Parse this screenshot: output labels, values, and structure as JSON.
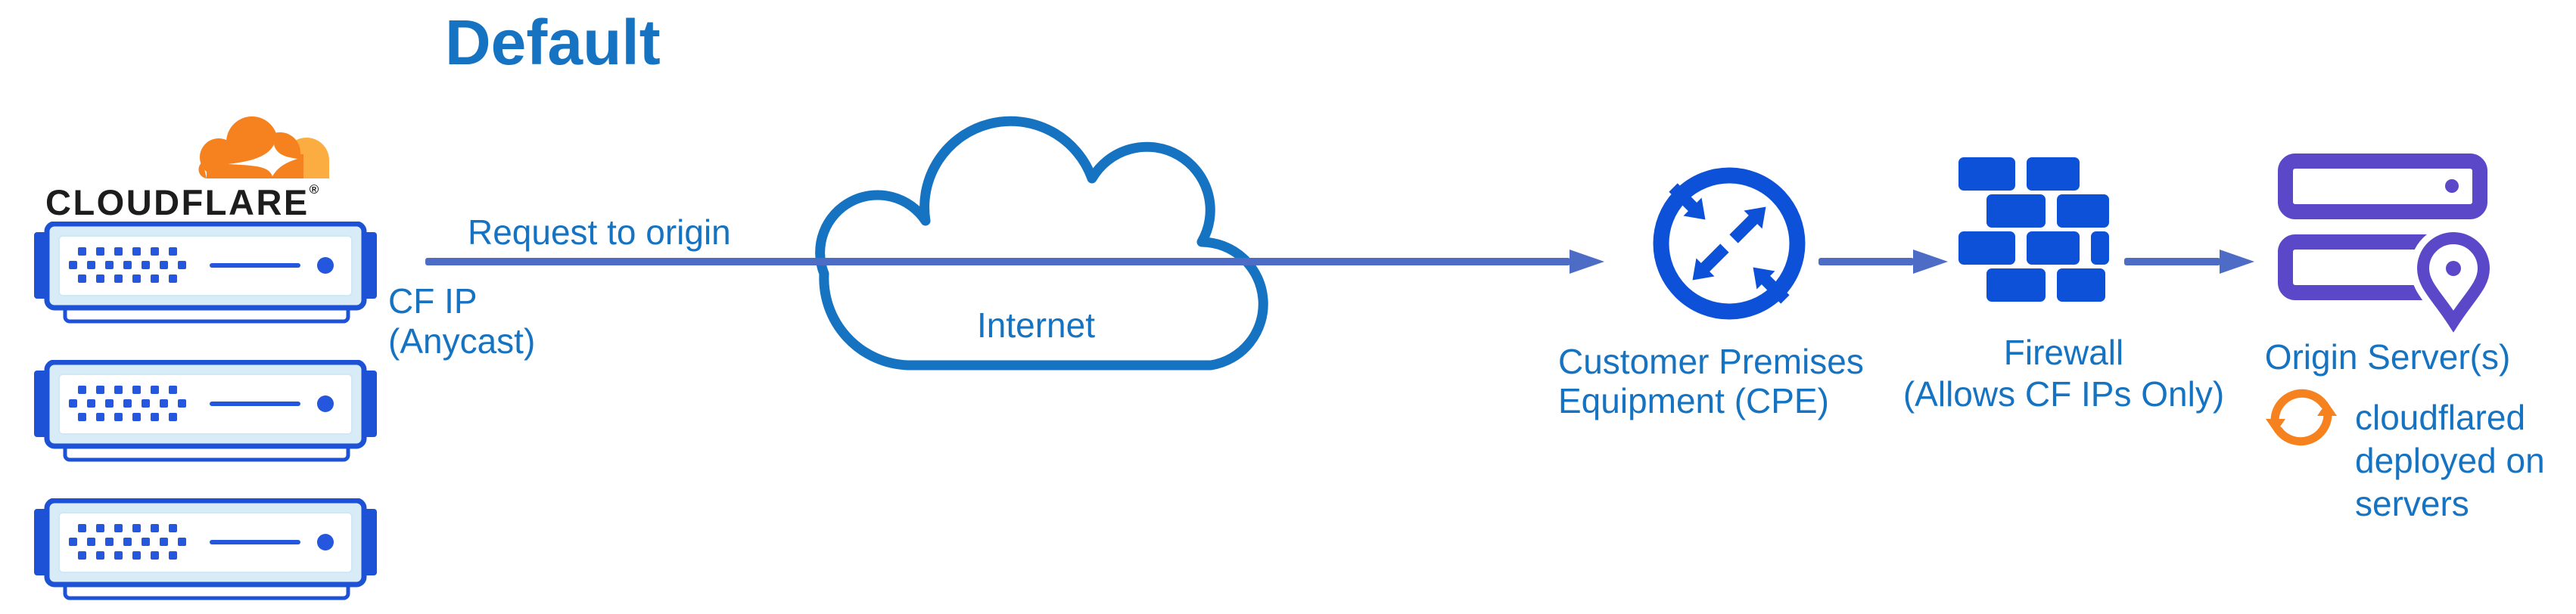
{
  "title": "Default",
  "colors": {
    "label_blue": "#1673c1",
    "arrow_blue": "#4c6cc5",
    "icon_blue": "#0d51d8",
    "server_edge_blue": "#1e52d6",
    "server_fill_blue": "#d7ecf7",
    "origin_purple": "#5b48c8",
    "cloudflare_orange": "#f6821f",
    "cloudflare_orange_light": "#fbad41",
    "wordmark_black": "#1d1d1d"
  },
  "cloudflare_node": {
    "logo_icon": "cloudflare-logo",
    "wordmark": "CLOUDFLARE",
    "registered_mark": "®",
    "server_icon": "edge-server",
    "server_count": 3
  },
  "flow": {
    "arrow_label": "Request to origin",
    "ip_line1": "CF IP",
    "ip_line2": "(Anycast)"
  },
  "internet": {
    "icon": "internet-cloud",
    "label": "Internet"
  },
  "cpe": {
    "icon": "router-arrows",
    "line1": "Customer Premises",
    "line2": "Equipment (CPE)"
  },
  "firewall": {
    "icon": "brick-wall",
    "line1": "Firewall",
    "line2": "(Allows CF IPs Only)"
  },
  "origin": {
    "icon": "server-rack-location-pin",
    "label": "Origin Server(s)",
    "note_icon": "sync-arrows",
    "note_line1": "cloudflared",
    "note_line2": "deployed on",
    "note_line3": "servers"
  }
}
